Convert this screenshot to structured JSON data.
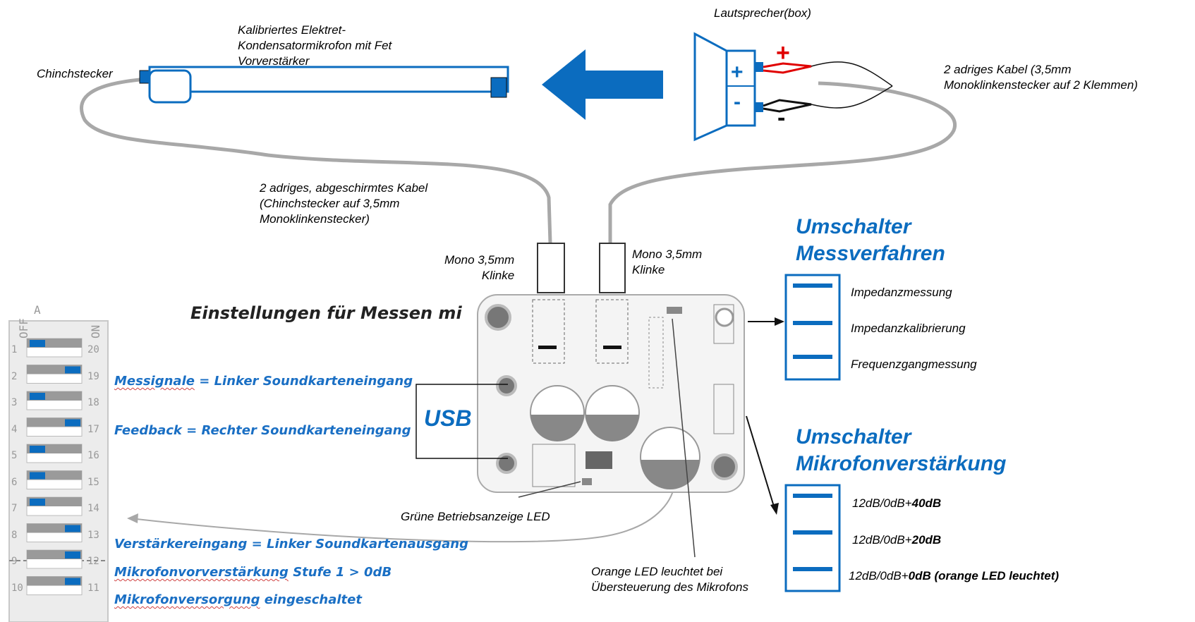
{
  "labels": {
    "speaker_box": "Lautsprecher(box)",
    "microphone": "Kalibriertes Elektret-\nKondensatormikrofon mit Fet\nVorverstärker",
    "chinch_plug": "Chinchstecker",
    "speaker_cable": "2 adriges Kabel (3,5mm\nMonoklinkenstecker auf 2 Klemmen)",
    "shielded_cable": "2 adriges, abgeschirmtes Kabel\n(Chinchstecker auf 3,5mm\nMonoklinkenstecker)",
    "jack_left": "Mono 3,5mm\nKlinke",
    "jack_right": "Mono 3,5mm\nKlinke",
    "settings_heading": "Einstellungen für Messen mi",
    "usb": "USB",
    "green_led": "Grüne Betriebsanzeige LED",
    "orange_led": "Orange LED leuchtet bei\nÜbersteuerung des Mikrofons",
    "speaker_plus": "+",
    "speaker_minus": "-",
    "wire_plus": "+",
    "wire_minus": "-"
  },
  "switch_measure": {
    "title_line1": "Umschalter",
    "title_line2": "Messverfahren",
    "options": [
      "Impedanzmessung",
      "Impedanzkalibrierung",
      "Frequenzgangmessung"
    ]
  },
  "switch_mic": {
    "title_line1": "Umschalter",
    "title_line2": "Mikrofonverstärkung",
    "options": [
      {
        "prefix": "12dB/0dB+",
        "bold": "40dB"
      },
      {
        "prefix": "12dB/0dB+",
        "bold": "20dB"
      },
      {
        "prefix": "12dB/0dB+",
        "bold": "0dB (orange LED leuchtet)"
      }
    ]
  },
  "dip": {
    "header_a": "A",
    "off": "OFF",
    "on": "ON",
    "left_numbers": [
      "1",
      "2",
      "3",
      "4",
      "5",
      "6",
      "7",
      "8",
      "9",
      "10"
    ],
    "right_numbers": [
      "20",
      "19",
      "18",
      "17",
      "16",
      "15",
      "14",
      "13",
      "12",
      "11"
    ],
    "switch_state": [
      "off",
      "on",
      "off",
      "on",
      "off",
      "off",
      "off",
      "on",
      "on",
      "on"
    ],
    "labels": {
      "row2_prefix": "Messignale",
      "row2_rest": " = Linker Soundkarteneingang",
      "row4": "Feedback = Rechter Soundkarteneingang",
      "row8": "Verstärkereingang  = Linker Soundkartenausgang",
      "row9_prefix": "Mikrofonvorverstärkung",
      "row9_rest": " Stufe 1 >  0dB",
      "row10_prefix": "Mikrofonversorgung",
      "row10_rest": " eingeschaltet"
    }
  },
  "colors": {
    "accent_blue": "#0b6cbf",
    "label_blue": "#1a6fc4",
    "wire_red": "#e00000",
    "cable_gray": "#a8a8a8"
  }
}
